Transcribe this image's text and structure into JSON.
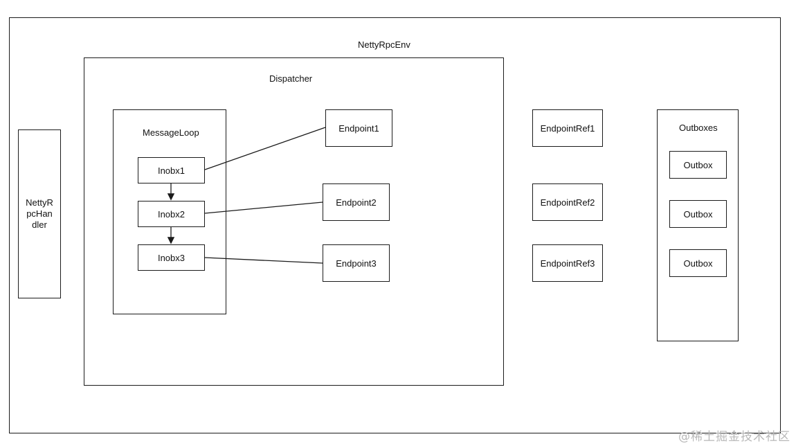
{
  "env": {
    "label": "NettyRpcEnv"
  },
  "handler": {
    "label": "NettyRpcHandler"
  },
  "dispatcher": {
    "label": "Dispatcher"
  },
  "message_loop": {
    "label": "MessageLoop",
    "inboxes": [
      "Inobx1",
      "Inobx2",
      "Inobx3"
    ]
  },
  "endpoints": [
    "Endpoint1",
    "Endpoint2",
    "Endpoint3"
  ],
  "endpoint_refs": [
    "EndpointRef1",
    "EndpointRef2",
    "EndpointRef3"
  ],
  "outboxes": {
    "label": "Outboxes",
    "items": [
      "Outbox",
      "Outbox",
      "Outbox"
    ]
  },
  "watermark": "@稀土掘金技术社区"
}
